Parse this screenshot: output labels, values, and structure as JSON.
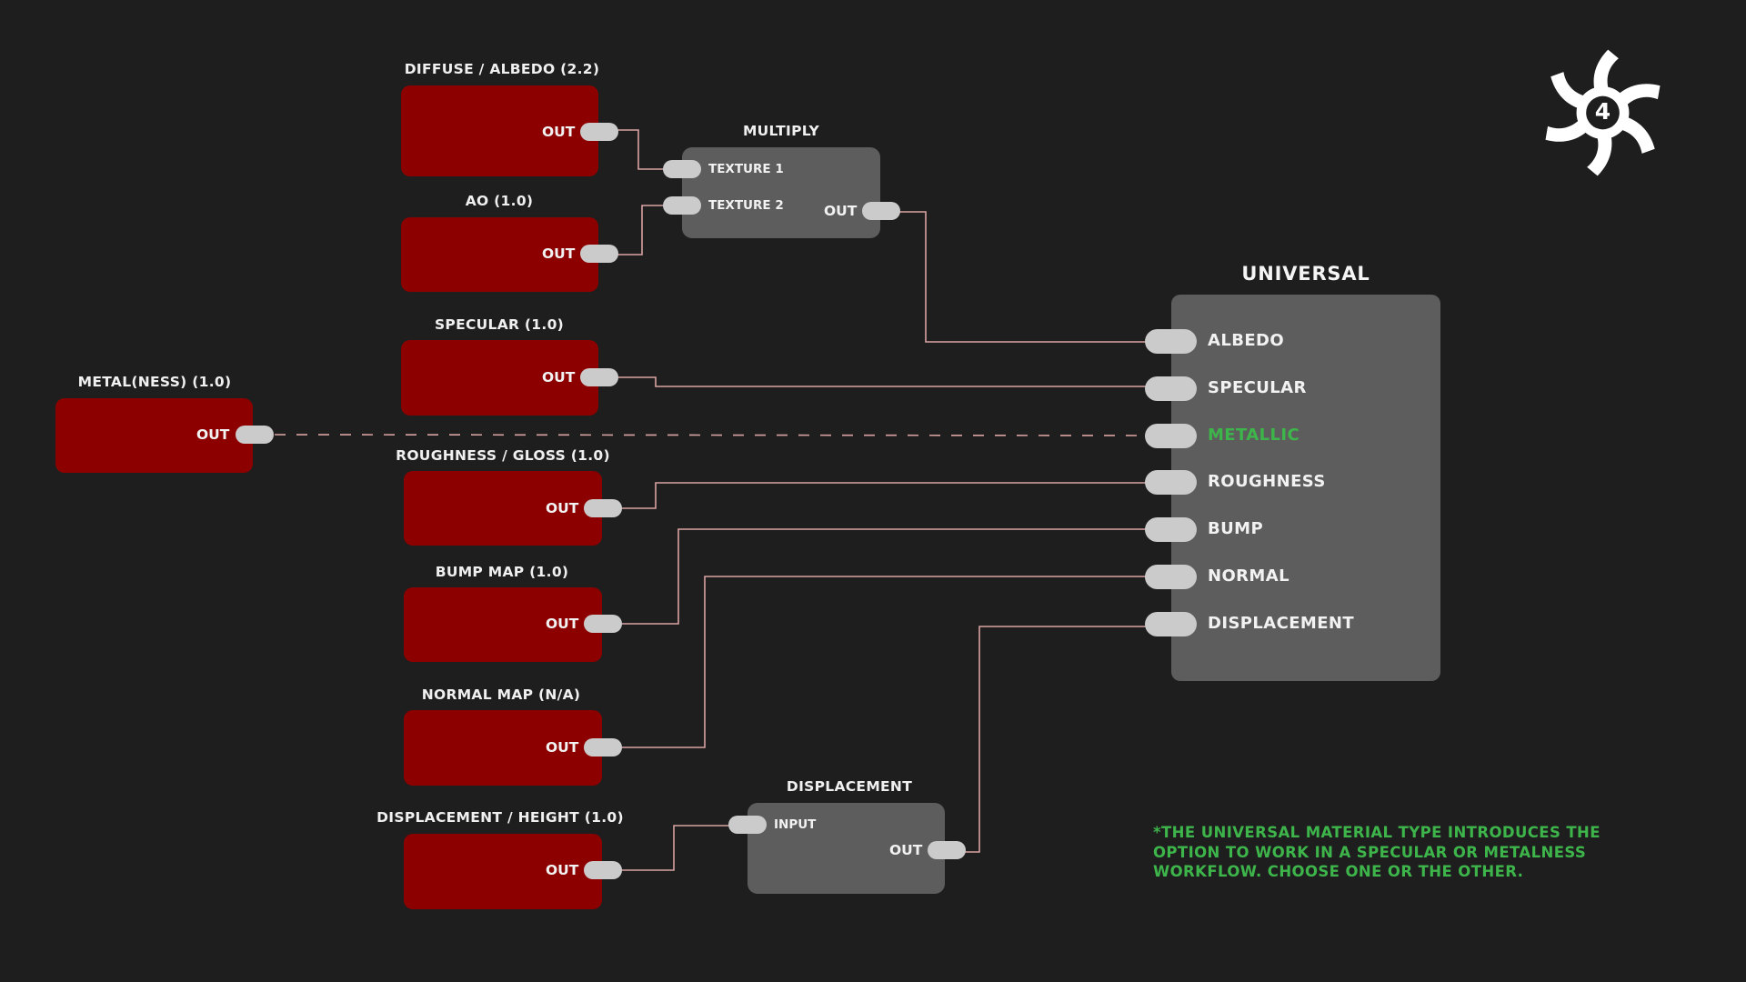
{
  "colors": {
    "background": "#1e1e1f",
    "texture_node": "#8d0000",
    "utility_node": "#5d5d5d",
    "socket": "#cbcbcb",
    "wire": "#d9a3a3",
    "highlight_green": "#3db54a",
    "text": "#f2f2f2"
  },
  "logo": {
    "icon": "octane-render-logo",
    "badge": "4"
  },
  "texture_nodes": [
    {
      "id": "diffuse",
      "label": "DIFFUSE / ALBEDO (2.2)",
      "out_label": "OUT"
    },
    {
      "id": "ao",
      "label": "AO (1.0)",
      "out_label": "OUT"
    },
    {
      "id": "specular",
      "label": "SPECULAR (1.0)",
      "out_label": "OUT"
    },
    {
      "id": "metal",
      "label": "METAL(NESS) (1.0)",
      "out_label": "OUT"
    },
    {
      "id": "roughness",
      "label": "ROUGHNESS / GLOSS (1.0)",
      "out_label": "OUT"
    },
    {
      "id": "bump",
      "label": "BUMP MAP (1.0)",
      "out_label": "OUT"
    },
    {
      "id": "normal",
      "label": "NORMAL MAP (N/A)",
      "out_label": "OUT"
    },
    {
      "id": "displacement",
      "label": "DISPLACEMENT / HEIGHT (1.0)",
      "out_label": "OUT"
    }
  ],
  "multiply_node": {
    "title": "MULTIPLY",
    "inputs": [
      "TEXTURE 1",
      "TEXTURE 2"
    ],
    "out_label": "OUT"
  },
  "displacement_node": {
    "title": "DISPLACEMENT",
    "inputs": [
      "INPUT"
    ],
    "out_label": "OUT"
  },
  "universal_material": {
    "title": "UNIVERSAL",
    "inputs": [
      {
        "label": "ALBEDO",
        "highlight": false
      },
      {
        "label": "SPECULAR",
        "highlight": false
      },
      {
        "label": "METALLIC",
        "highlight": true
      },
      {
        "label": "ROUGHNESS",
        "highlight": false
      },
      {
        "label": "BUMP",
        "highlight": false
      },
      {
        "label": "NORMAL",
        "highlight": false
      },
      {
        "label": "DISPLACEMENT",
        "highlight": false
      }
    ]
  },
  "connections": [
    {
      "from": "diffuse.out",
      "to": "multiply.texture1",
      "style": "solid"
    },
    {
      "from": "ao.out",
      "to": "multiply.texture2",
      "style": "solid"
    },
    {
      "from": "multiply.out",
      "to": "universal.albedo",
      "style": "solid"
    },
    {
      "from": "specular.out",
      "to": "universal.specular",
      "style": "solid"
    },
    {
      "from": "metal.out",
      "to": "universal.metallic",
      "style": "dashed"
    },
    {
      "from": "roughness.out",
      "to": "universal.roughness",
      "style": "solid"
    },
    {
      "from": "bump.out",
      "to": "universal.bump",
      "style": "solid"
    },
    {
      "from": "normal.out",
      "to": "universal.normal",
      "style": "solid"
    },
    {
      "from": "displacement.out",
      "to": "displacement_node.input",
      "style": "solid"
    },
    {
      "from": "displacement_node.out",
      "to": "universal.displacement",
      "style": "solid"
    }
  ],
  "note": {
    "lines": [
      "*THE UNIVERSAL MATERIAL TYPE INTRODUCES THE",
      "OPTION TO WORK IN A SPECULAR OR METALNESS",
      "WORKFLOW. CHOOSE ONE OR THE OTHER."
    ]
  }
}
